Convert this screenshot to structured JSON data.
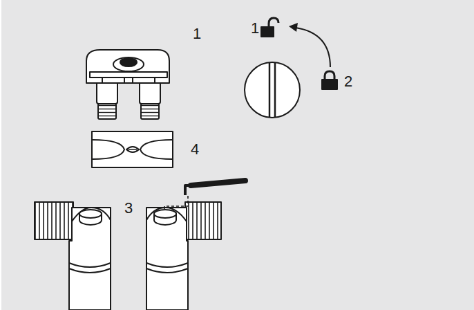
{
  "diagram": {
    "labels": [
      "1",
      "1",
      "2",
      "4",
      "3"
    ]
  }
}
